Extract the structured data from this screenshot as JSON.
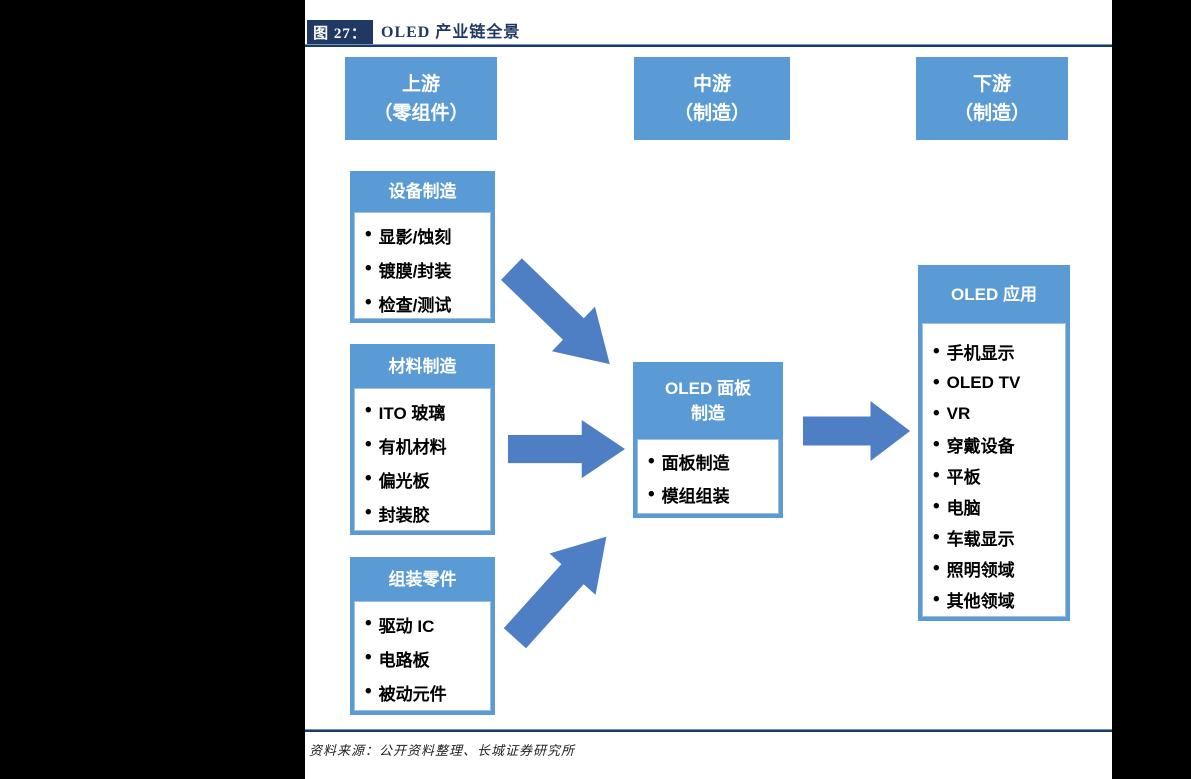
{
  "figure": {
    "label": "图 27：",
    "title": "OLED 产业链全景",
    "source": "资料来源：公开资料整理、长城证券研究所"
  },
  "stages": [
    {
      "name": "upstream",
      "lines": [
        "上游",
        "（零组件）"
      ]
    },
    {
      "name": "midstream",
      "lines": [
        "中游",
        "（制造）"
      ]
    },
    {
      "name": "downstream",
      "lines": [
        "下游",
        "（制造）"
      ]
    }
  ],
  "cards": {
    "equipment": {
      "title": "设备制造",
      "items": [
        "显影/蚀刻",
        "镀膜/封装",
        "检查/测试"
      ]
    },
    "materials": {
      "title": "材料制造",
      "items": [
        "ITO 玻璃",
        "有机材料",
        "偏光板",
        "封装胶"
      ]
    },
    "assembly": {
      "title": "组装零件",
      "items": [
        "驱动 IC",
        "电路板",
        "被动元件"
      ]
    },
    "panel": {
      "title_lines": [
        "OLED 面板",
        "制造"
      ],
      "items": [
        "面板制造",
        "模组组装"
      ]
    },
    "applications": {
      "title": "OLED 应用",
      "items": [
        "手机显示",
        "OLED TV",
        "VR",
        "穿戴设备",
        "平板",
        "电脑",
        "车载显示",
        "照明领域",
        "其他领域"
      ]
    }
  },
  "arrows": [
    {
      "from": "equipment",
      "to": "panel",
      "direction": "down-right"
    },
    {
      "from": "materials",
      "to": "panel",
      "direction": "right"
    },
    {
      "from": "assembly",
      "to": "panel",
      "direction": "up-right"
    },
    {
      "from": "panel",
      "to": "applications",
      "direction": "right"
    }
  ],
  "colors": {
    "navy": "#1F3864",
    "box_blue": "#5B9BD5",
    "arrow_blue": "#4E7FC4"
  }
}
